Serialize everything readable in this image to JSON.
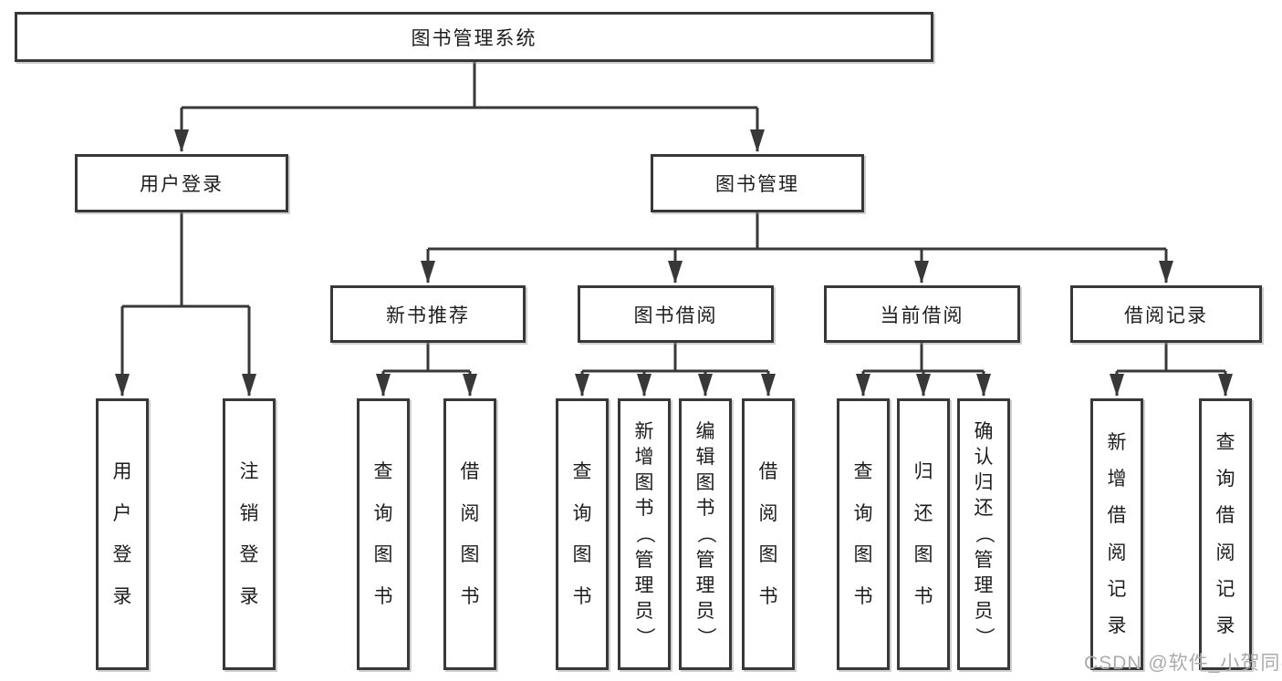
{
  "colors": {
    "line": "#383838",
    "text": "#1d1d1d",
    "box_background": "#ffffff",
    "watermark": "#ababab"
  },
  "watermark": "CSDN @软件_小贺同学",
  "tree": {
    "label": "图书管理系统",
    "children": [
      {
        "label": "用户登录",
        "children": [
          {
            "label": "用户登录"
          },
          {
            "label": "注销登录"
          }
        ]
      },
      {
        "label": "图书管理",
        "children": [
          {
            "label": "新书推荐",
            "children": [
              {
                "label": "查询图书"
              },
              {
                "label": "借阅图书"
              }
            ]
          },
          {
            "label": "图书借阅",
            "children": [
              {
                "label": "查询图书"
              },
              {
                "label": "新增图书（管理员）"
              },
              {
                "label": "编辑图书（管理员）"
              },
              {
                "label": "借阅图书"
              }
            ]
          },
          {
            "label": "当前借阅",
            "children": [
              {
                "label": "查询图书"
              },
              {
                "label": "归还图书"
              },
              {
                "label": "确认归还（管理员）"
              }
            ]
          },
          {
            "label": "借阅记录",
            "children": [
              {
                "label": "新增借阅记录"
              },
              {
                "label": "查询借阅记录"
              }
            ]
          }
        ]
      }
    ]
  }
}
